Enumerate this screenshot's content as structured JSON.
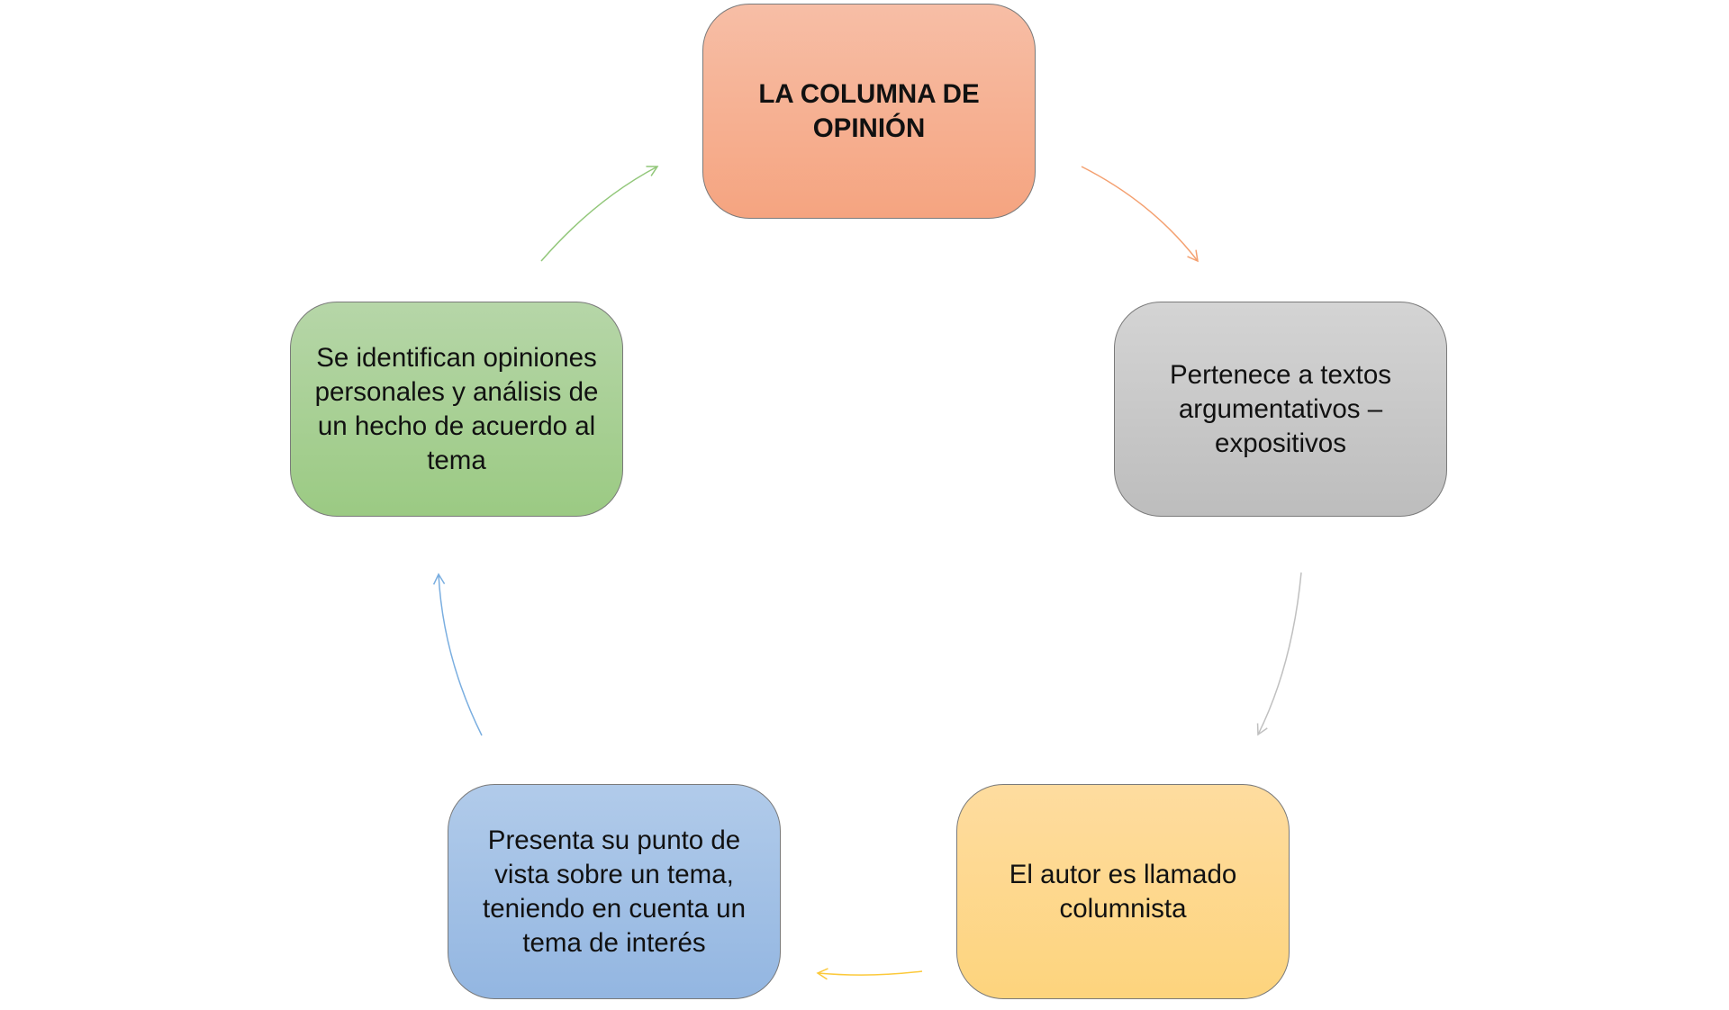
{
  "diagram": {
    "type": "cycle",
    "nodes": [
      {
        "label": "LA COLUMNA DE OPINIÓN",
        "color": "#f5a480"
      },
      {
        "label": "Pertenece a textos argumentativos – expositivos",
        "color": "#bdbdbd"
      },
      {
        "label": "El autor es llamado columnista",
        "color": "#fdd47d"
      },
      {
        "label": "Presenta su punto de vista sobre un tema, teniendo en cuenta un tema de interés",
        "color": "#93b6e1"
      },
      {
        "label": "Se identifican opiniones personales y análisis de un hecho de acuerdo al tema",
        "color": "#9bca83"
      }
    ],
    "arrow_colors": [
      "#f4a070",
      "#c0c0c0",
      "#fcc93a",
      "#7aaee0",
      "#92c77a"
    ]
  }
}
